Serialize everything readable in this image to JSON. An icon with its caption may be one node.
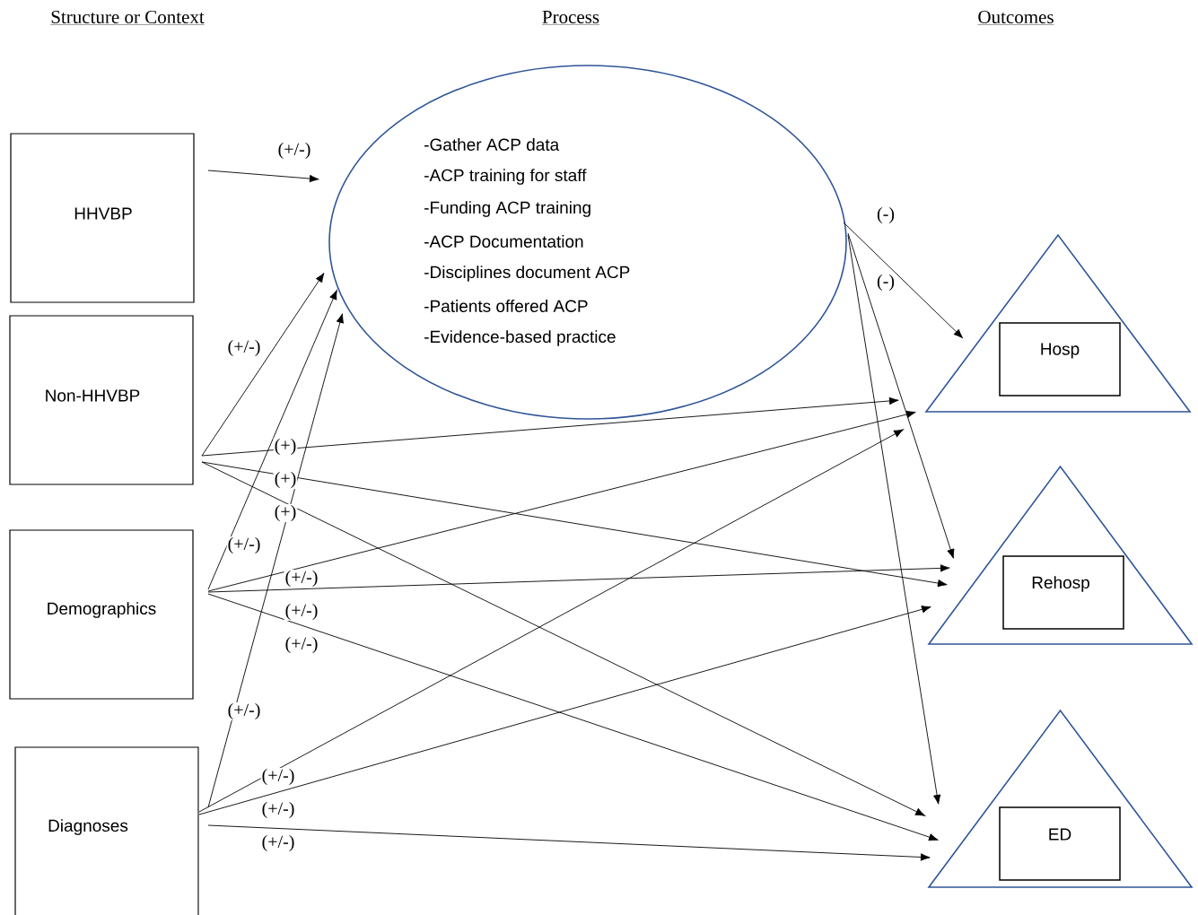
{
  "diagram": {
    "nodes": [
      {
        "text": [
          "HHVBP"
        ]
      },
      {
        "text": [
          "Non-HHVBP"
        ]
      },
      {
        "text": [
          "Demographics"
        ]
      },
      {
        "text": [
          "Diagnoses"
        ]
      },
      {
        "text": [
          "-Gather ACP data",
          "-ACP training for staff",
          "-Funding ACP training",
          "-ACP Documentation",
          "-Disciplines document ACP",
          "-Patients offered ACP",
          "-Evidence-based practice"
        ]
      },
      {
        "text": [],
        "shape": "triangle"
      },
      {
        "text": [
          "Hosp"
        ],
        "in": 5
      },
      {
        "text": [],
        "shape": "triangle"
      },
      {
        "text": [
          "Rehosp"
        ],
        "in": 7
      },
      {
        "text": [],
        "shape": "triangle"
      },
      {
        "text": [
          "ED"
        ],
        "in": 9
      }
    ],
    "edges": [
      {
        "from": 0,
        "to": 4,
        "arrow": "to",
        "label": "(+/-)"
      },
      {
        "from": 1,
        "to": 4,
        "arrow": "to",
        "label": "(+/-)"
      },
      {
        "from": 1,
        "to": 5,
        "arrow": "to",
        "label": "(+)"
      },
      {
        "from": 1,
        "to": 7,
        "arrow": "to",
        "label": "(+)"
      },
      {
        "from": 1,
        "to": 9,
        "arrow": "to",
        "label": "(+)"
      },
      {
        "from": 2,
        "to": 4,
        "arrow": "to",
        "label": "(+/-)"
      },
      {
        "from": 2,
        "to": 5,
        "arrow": "to",
        "label": "(+/-)"
      },
      {
        "from": 2,
        "to": 7,
        "arrow": "to",
        "label": "(+/-)"
      },
      {
        "from": 2,
        "to": 9,
        "arrow": "to",
        "label": "(+/-)"
      },
      {
        "from": 3,
        "to": 4,
        "arrow": "to",
        "label": "(+/-)"
      },
      {
        "from": 3,
        "to": 5,
        "arrow": "to",
        "label": "(+/-)"
      },
      {
        "from": 3,
        "to": 7,
        "arrow": "to",
        "label": "(+/-)"
      },
      {
        "from": 3,
        "to": 9,
        "arrow": "to",
        "label": "(+/-)"
      },
      {
        "from": 4,
        "to": 5,
        "arrow": "to",
        "label": "(-)"
      },
      {
        "from": 4,
        "to": 7,
        "arrow": "to",
        "label": "(-)"
      },
      {
        "from": 4,
        "to": 9,
        "arrow": "to"
      }
    ],
    "labels": [
      "Structure or Context",
      "Process",
      "Outcomes"
    ]
  }
}
